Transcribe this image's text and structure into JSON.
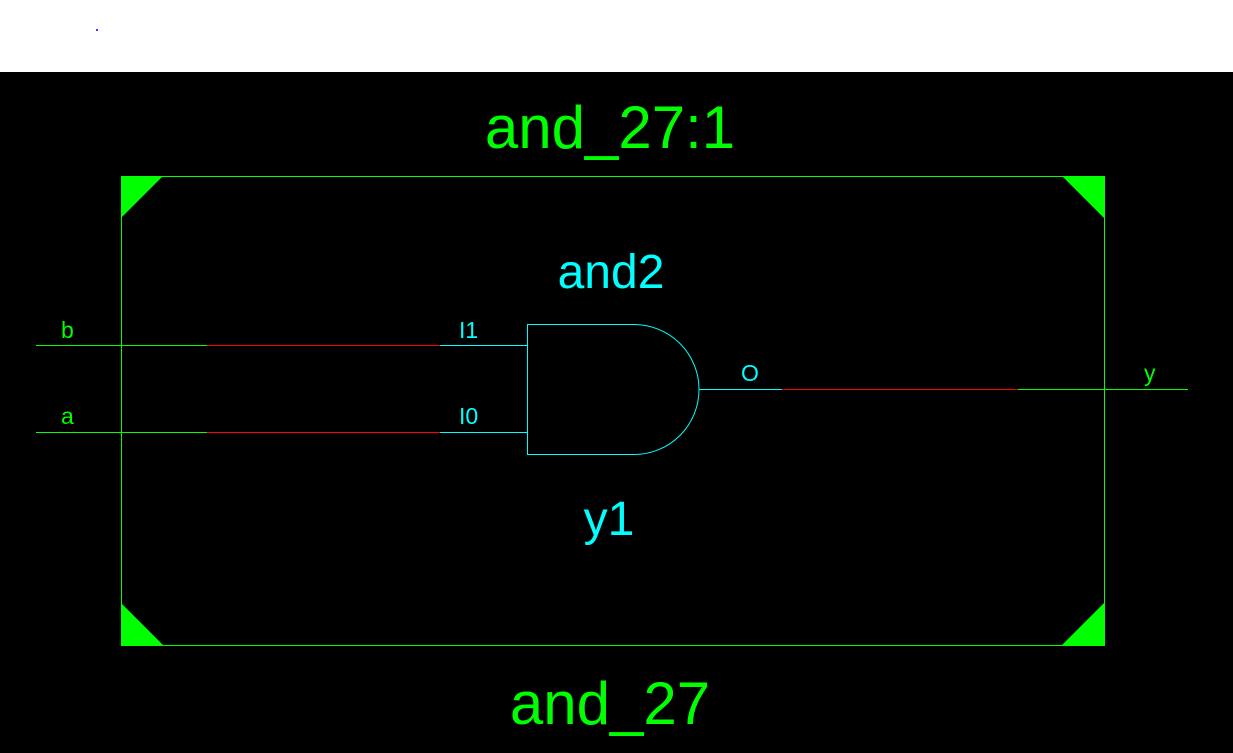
{
  "colors": {
    "background": "#000000",
    "frame": "#00ff00",
    "net": "#00ff00",
    "net_highlight": "#ff0000",
    "cell": "#00ffff"
  },
  "module": {
    "title": "and_27:1",
    "name": "and_27"
  },
  "gate": {
    "type_label": "and2",
    "instance_label": "y1",
    "pins": {
      "in1": "I1",
      "in0": "I0",
      "out": "O"
    }
  },
  "ports": {
    "input_b": "b",
    "input_a": "a",
    "output_y": "y"
  }
}
